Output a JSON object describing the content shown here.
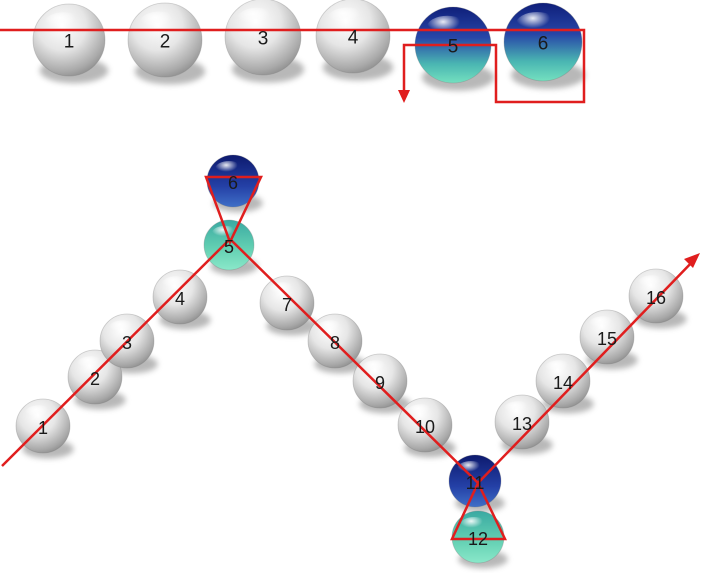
{
  "colors": {
    "line": "#e01e1e",
    "silver_light": "#f7f7f7",
    "silver_dark": "#9a9a9a",
    "blue_top": "#1b2f8a",
    "teal_bottom": "#5fd1b3"
  },
  "top_row": {
    "balls": [
      {
        "label": "1",
        "style": "silver"
      },
      {
        "label": "2",
        "style": "silver"
      },
      {
        "label": "3",
        "style": "silver"
      },
      {
        "label": "4",
        "style": "silver"
      },
      {
        "label": "5",
        "style": "blue-teal"
      },
      {
        "label": "6",
        "style": "blue-teal"
      }
    ]
  },
  "chain": {
    "balls": [
      {
        "label": "1",
        "style": "silver"
      },
      {
        "label": "2",
        "style": "silver"
      },
      {
        "label": "3",
        "style": "silver"
      },
      {
        "label": "4",
        "style": "silver"
      },
      {
        "label": "5",
        "style": "teal"
      },
      {
        "label": "6",
        "style": "blue"
      },
      {
        "label": "7",
        "style": "silver"
      },
      {
        "label": "8",
        "style": "silver"
      },
      {
        "label": "9",
        "style": "silver"
      },
      {
        "label": "10",
        "style": "silver"
      },
      {
        "label": "11",
        "style": "blue"
      },
      {
        "label": "12",
        "style": "teal"
      },
      {
        "label": "13",
        "style": "silver"
      },
      {
        "label": "14",
        "style": "silver"
      },
      {
        "label": "15",
        "style": "silver"
      },
      {
        "label": "16",
        "style": "silver"
      }
    ]
  }
}
